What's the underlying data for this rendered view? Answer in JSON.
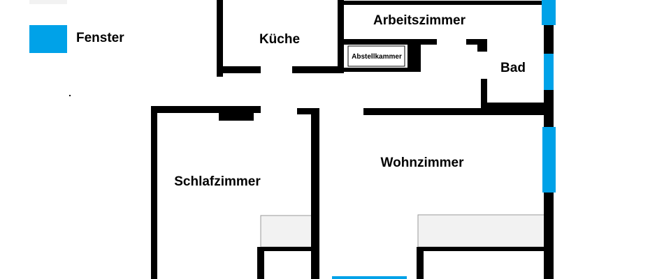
{
  "legend": {
    "items": [
      {
        "label": "",
        "color": "#f2f2f2"
      },
      {
        "label": "Fenster",
        "color": "#00a2e8"
      }
    ]
  },
  "rooms": {
    "kueche": "Küche",
    "arbeitszimmer": "Arbeitszimmer",
    "abstellkammer": "Abstellkammer",
    "bad": "Bad",
    "schlafzimmer": "Schlafzimmer",
    "wohnzimmer": "Wohnzimmer"
  },
  "colors": {
    "wall": "#000000",
    "window": "#00a2e8",
    "furniture": "#f2f2f2",
    "background": "#ffffff"
  }
}
